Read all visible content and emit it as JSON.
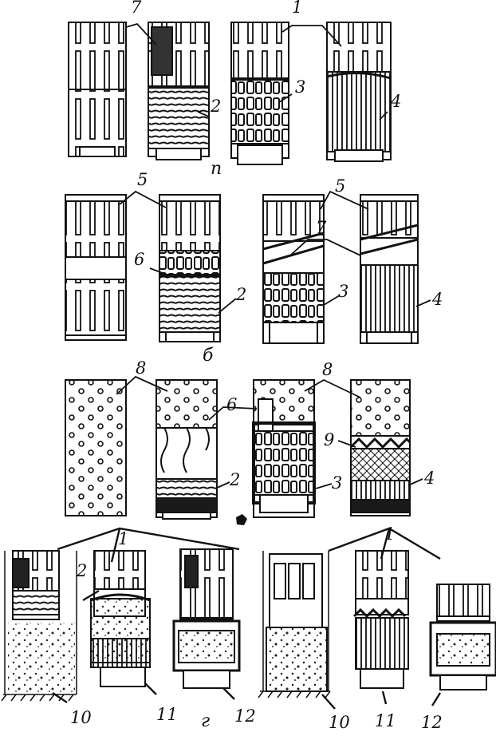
{
  "labels": {
    "n1": "1",
    "n2": "2",
    "n3": "3",
    "n4": "4",
    "n5": "5",
    "n6": "6",
    "n7": "7",
    "n8": "8",
    "n9": "9",
    "n10": "10",
    "n11": "11",
    "n12": "12"
  },
  "captions": {
    "a": "п",
    "b": "б",
    "g": "г"
  }
}
